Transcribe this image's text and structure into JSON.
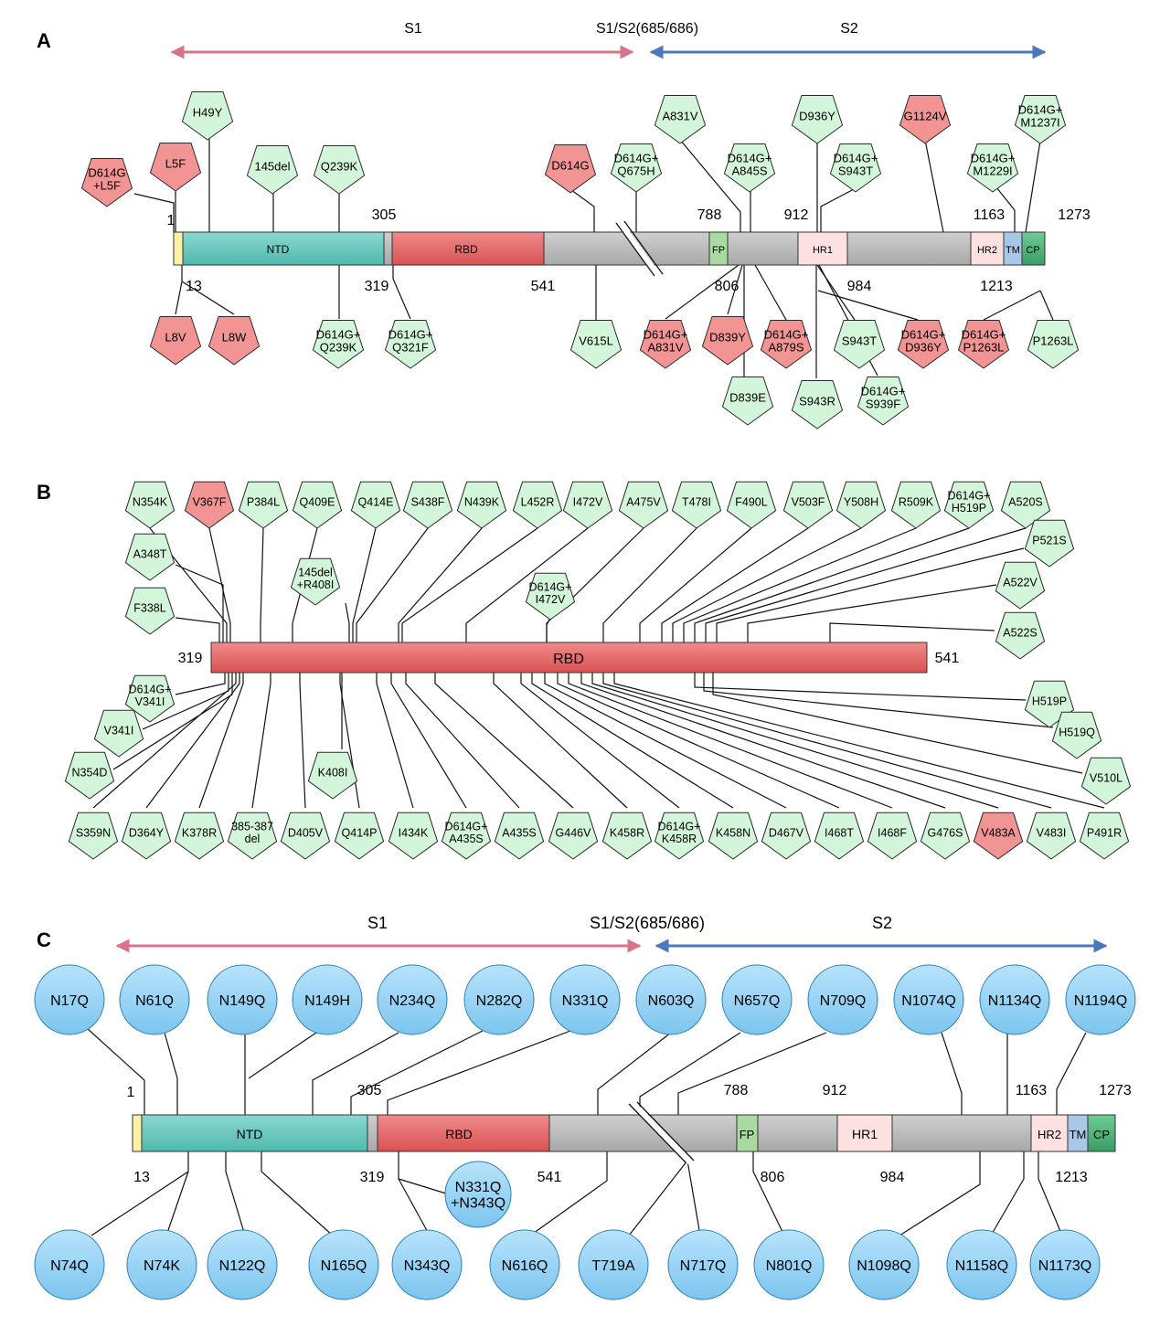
{
  "colors": {
    "green_fill": "#d3f5d9",
    "red_fill": "#f29494",
    "blue_fill": "#8fd0f4",
    "s1_arrow": "#d97388",
    "s2_arrow": "#4a78bd",
    "signal": "#fbf2a3",
    "ntd": "#6cc9c0",
    "rbd": "#e26b6b",
    "gray": "#b8b8b8",
    "fp": "#a9dba0",
    "hr": "#fde0e0",
    "tm": "#a9c8e8",
    "cp": "#4cb27a"
  },
  "panel_A": {
    "label": "A",
    "s1_label": "S1",
    "cleavage_label": "S1/S2(685/686)",
    "s2_label": "S2",
    "domains": {
      "ntd": "NTD",
      "rbd": "RBD",
      "fp": "FP",
      "hr1": "HR1",
      "hr2": "HR2",
      "tm": "TM",
      "cp": "CP"
    },
    "positions_top": [
      "1",
      "305",
      "788",
      "912",
      "1163",
      "1273"
    ],
    "positions_bottom": [
      "13",
      "319",
      "541",
      "806",
      "984",
      "1213"
    ],
    "mutants": [
      {
        "label": "H49Y",
        "color": "green"
      },
      {
        "label": "L5F",
        "color": "red"
      },
      {
        "label": "D614G\n+L5F",
        "color": "red"
      },
      {
        "label": "145del",
        "color": "green"
      },
      {
        "label": "Q239K",
        "color": "green"
      },
      {
        "label": "D614G",
        "color": "red"
      },
      {
        "label": "D614G+\nQ675H",
        "color": "green"
      },
      {
        "label": "A831V",
        "color": "green"
      },
      {
        "label": "D614G+\nA845S",
        "color": "green"
      },
      {
        "label": "D936Y",
        "color": "green"
      },
      {
        "label": "D614G+\nS943T",
        "color": "green"
      },
      {
        "label": "G1124V",
        "color": "red"
      },
      {
        "label": "D614G+\nM1229I",
        "color": "green"
      },
      {
        "label": "D614G+\nM1237I",
        "color": "green"
      },
      {
        "label": "L8V",
        "color": "red"
      },
      {
        "label": "L8W",
        "color": "red"
      },
      {
        "label": "D614G+\nQ239K",
        "color": "green"
      },
      {
        "label": "D614G+\nQ321F",
        "color": "green"
      },
      {
        "label": "V615L",
        "color": "green"
      },
      {
        "label": "D614G+\nA831V",
        "color": "red"
      },
      {
        "label": "D839Y",
        "color": "red"
      },
      {
        "label": "D614G+\nA879S",
        "color": "red"
      },
      {
        "label": "S943T",
        "color": "green"
      },
      {
        "label": "D614G+\nD936Y",
        "color": "red"
      },
      {
        "label": "D614G+\nP1263L",
        "color": "red"
      },
      {
        "label": "P1263L",
        "color": "green"
      },
      {
        "label": "D839E",
        "color": "green"
      },
      {
        "label": "S943R",
        "color": "green"
      },
      {
        "label": "D614G+\nS939F",
        "color": "green"
      }
    ]
  },
  "panel_B": {
    "label": "B",
    "domain": "RBD",
    "start": "319",
    "end": "541",
    "mutants": [
      {
        "label": "N354K",
        "color": "green"
      },
      {
        "label": "V367F",
        "color": "red"
      },
      {
        "label": "P384L",
        "color": "green"
      },
      {
        "label": "Q409E",
        "color": "green"
      },
      {
        "label": "Q414E",
        "color": "green"
      },
      {
        "label": "S438F",
        "color": "green"
      },
      {
        "label": "N439K",
        "color": "green"
      },
      {
        "label": "L452R",
        "color": "green"
      },
      {
        "label": "I472V",
        "color": "green"
      },
      {
        "label": "A475V",
        "color": "green"
      },
      {
        "label": "T478I",
        "color": "green"
      },
      {
        "label": "F490L",
        "color": "green"
      },
      {
        "label": "V503F",
        "color": "green"
      },
      {
        "label": "Y508H",
        "color": "green"
      },
      {
        "label": "R509K",
        "color": "green"
      },
      {
        "label": "D614G+\nH519P",
        "color": "green"
      },
      {
        "label": "A520S",
        "color": "green"
      },
      {
        "label": "A348T",
        "color": "green"
      },
      {
        "label": "145del\n+R408I",
        "color": "green"
      },
      {
        "label": "D614G+\nI472V",
        "color": "green"
      },
      {
        "label": "P521S",
        "color": "green"
      },
      {
        "label": "A522V",
        "color": "green"
      },
      {
        "label": "F338L",
        "color": "green"
      },
      {
        "label": "A522S",
        "color": "green"
      },
      {
        "label": "D614G+\nV341I",
        "color": "green"
      },
      {
        "label": "V341I",
        "color": "green"
      },
      {
        "label": "N354D",
        "color": "green"
      },
      {
        "label": "K408I",
        "color": "green"
      },
      {
        "label": "H519P",
        "color": "green"
      },
      {
        "label": "H519Q",
        "color": "green"
      },
      {
        "label": "V510L",
        "color": "green"
      },
      {
        "label": "S359N",
        "color": "green"
      },
      {
        "label": "D364Y",
        "color": "green"
      },
      {
        "label": "K378R",
        "color": "green"
      },
      {
        "label": "385-387\ndel",
        "color": "green"
      },
      {
        "label": "D405V",
        "color": "green"
      },
      {
        "label": "Q414P",
        "color": "green"
      },
      {
        "label": "I434K",
        "color": "green"
      },
      {
        "label": "D614G+\nA435S",
        "color": "green"
      },
      {
        "label": "A435S",
        "color": "green"
      },
      {
        "label": "G446V",
        "color": "green"
      },
      {
        "label": "K458R",
        "color": "green"
      },
      {
        "label": "D614G+\nK458R",
        "color": "green"
      },
      {
        "label": "K458N",
        "color": "green"
      },
      {
        "label": "D467V",
        "color": "green"
      },
      {
        "label": "I468T",
        "color": "green"
      },
      {
        "label": "I468F",
        "color": "green"
      },
      {
        "label": "G476S",
        "color": "green"
      },
      {
        "label": "V483A",
        "color": "red"
      },
      {
        "label": "V483I",
        "color": "green"
      },
      {
        "label": "P491R",
        "color": "green"
      }
    ]
  },
  "panel_C": {
    "label": "C",
    "s1_label": "S1",
    "cleavage_label": "S1/S2(685/686)",
    "s2_label": "S2",
    "domains": {
      "ntd": "NTD",
      "rbd": "RBD",
      "fp": "FP",
      "hr1": "HR1",
      "hr2": "HR2",
      "tm": "TM",
      "cp": "CP"
    },
    "positions_top": [
      "1",
      "305",
      "788",
      "912",
      "1163",
      "1273"
    ],
    "positions_bottom": [
      "13",
      "319",
      "541",
      "806",
      "984",
      "1213"
    ],
    "glycosites": [
      "N17Q",
      "N61Q",
      "N149Q",
      "N149H",
      "N234Q",
      "N282Q",
      "N331Q",
      "N603Q",
      "N657Q",
      "N709Q",
      "N1074Q",
      "N1134Q",
      "N1194Q",
      "N331Q\n+N343Q",
      "N74Q",
      "N74K",
      "N122Q",
      "N165Q",
      "N343Q",
      "N616Q",
      "T719A",
      "N717Q",
      "N801Q",
      "N1098Q",
      "N1158Q",
      "N1173Q"
    ]
  }
}
